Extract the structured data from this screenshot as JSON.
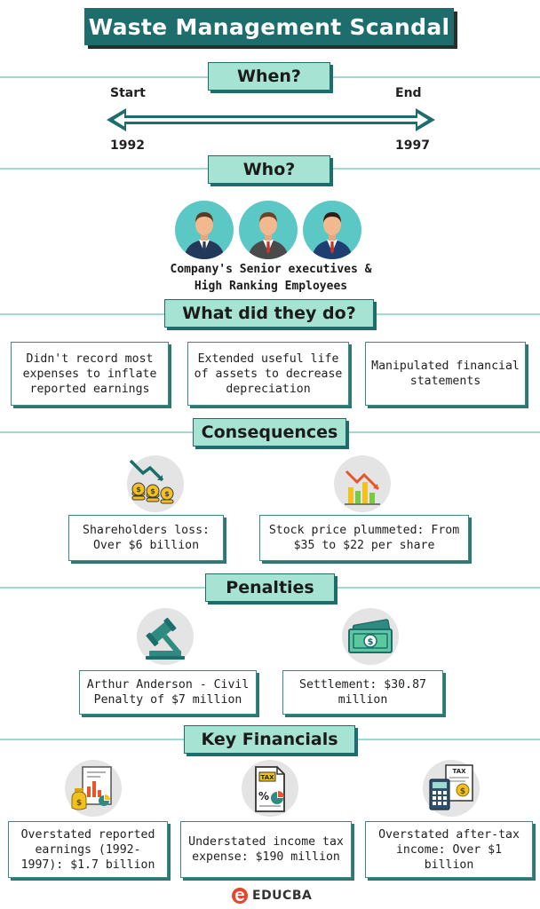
{
  "title": "Waste Management Scandal",
  "when": {
    "heading": "When?",
    "start_label": "Start",
    "end_label": "End",
    "start_year": "1992",
    "end_year": "1997"
  },
  "who": {
    "heading": "Who?",
    "caption_line1": "Company's Senior executives &",
    "caption_line2": "High Ranking Employees"
  },
  "what": {
    "heading": "What did they do?",
    "items": [
      "Didn't record most expenses to inflate reported earnings",
      "Extended useful life of assets to decrease depreciation",
      "Manipulated financial statements"
    ]
  },
  "consequences": {
    "heading": "Consequences",
    "items": [
      "Shareholders loss: Over $6 billion",
      "Stock price plummeted: From $35 to $22 per share"
    ]
  },
  "penalties": {
    "heading": "Penalties",
    "items": [
      "Arthur Anderson - Civil Penalty of $7 million",
      "Settlement: $30.87 million"
    ]
  },
  "financials": {
    "heading": "Key Financials",
    "items": [
      "Overstated reported earnings (1992-1997): $1.7 billion",
      "Understated income tax expense: $190 million",
      "Overstated after-tax income: Over $1 billion"
    ],
    "tax_label": "TAX",
    "percent_label": "%"
  },
  "logo": {
    "text": "EDUCBA"
  },
  "colors": {
    "dark_teal": "#1d6d6d",
    "mint": "#a7e3d3",
    "line": "#9fdad0",
    "avatar_bg": "#5cc8c6"
  }
}
